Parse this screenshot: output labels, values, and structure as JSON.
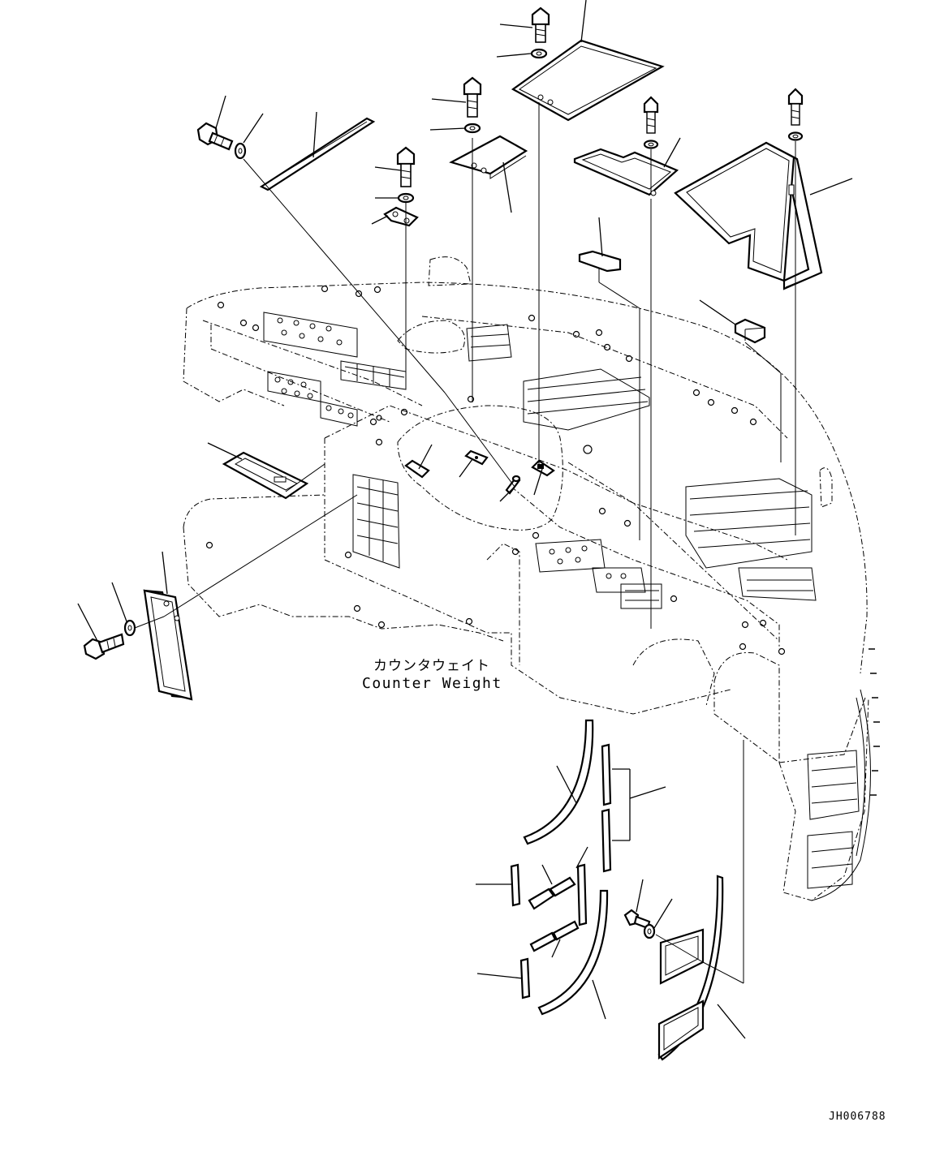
{
  "labels": {
    "japanese": "カウンタウェイト",
    "english": "Counter Weight",
    "drawing_number": "JH006788"
  }
}
